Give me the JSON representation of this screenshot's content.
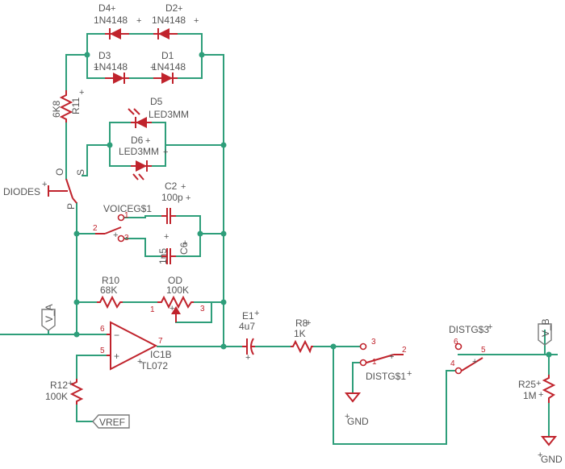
{
  "components": {
    "D4": {
      "name": "D4",
      "value": "1N4148"
    },
    "D2": {
      "name": "D2",
      "value": "1N4148"
    },
    "D3": {
      "name": "D3",
      "value": "1N4148"
    },
    "D1": {
      "name": "D1",
      "value": "1N4148"
    },
    "R11": {
      "name": "R11",
      "value": "6K8"
    },
    "D5": {
      "name": "D5",
      "value": "LED3MM"
    },
    "D6": {
      "name": "D6",
      "value": "LED3MM"
    },
    "C2": {
      "name": "C2",
      "value": "100p"
    },
    "C6": {
      "name": "C6",
      "value": "1n5"
    },
    "VOICEG": {
      "name": "VOICEG$1"
    },
    "R10": {
      "name": "R10",
      "value": "68K"
    },
    "OD": {
      "name": "OD",
      "value": "100K"
    },
    "IC1B": {
      "name": "IC1B",
      "value": "TL072"
    },
    "R12": {
      "name": "R12",
      "value": "100K"
    },
    "E1": {
      "name": "E1",
      "value": "4u7"
    },
    "R8": {
      "name": "R8",
      "value": "1K"
    },
    "DISTG1": {
      "name": "DISTG$1"
    },
    "DISTG3": {
      "name": "DISTG$3"
    },
    "R25": {
      "name": "R25",
      "value": "1M"
    }
  },
  "nets": {
    "diodes": "DIODES",
    "va": "V_A",
    "vb": "V_B",
    "vref": "VREF",
    "gnd1": "GND",
    "gnd2": "GND"
  },
  "switch_pins": {
    "o": "O",
    "s": "S",
    "p": "P"
  },
  "pins": {
    "voiceg_1": "1",
    "voiceg_2": "2",
    "voiceg_3": "3",
    "od_1": "1",
    "od_3": "3",
    "op_5": "5",
    "op_6": "6",
    "op_7": "7",
    "distg1_1": "1",
    "distg1_2": "2",
    "distg1_3": "3",
    "distg3_4": "4",
    "distg3_5": "5",
    "distg3_6": "6"
  },
  "opamp_signs": {
    "minus": "−",
    "plus": "+"
  },
  "plus_mark": "+",
  "colors": {
    "wire": "#2e9e7a",
    "component": "#c0232c",
    "text": "#555555",
    "net_flag": "#7a7a7a"
  }
}
